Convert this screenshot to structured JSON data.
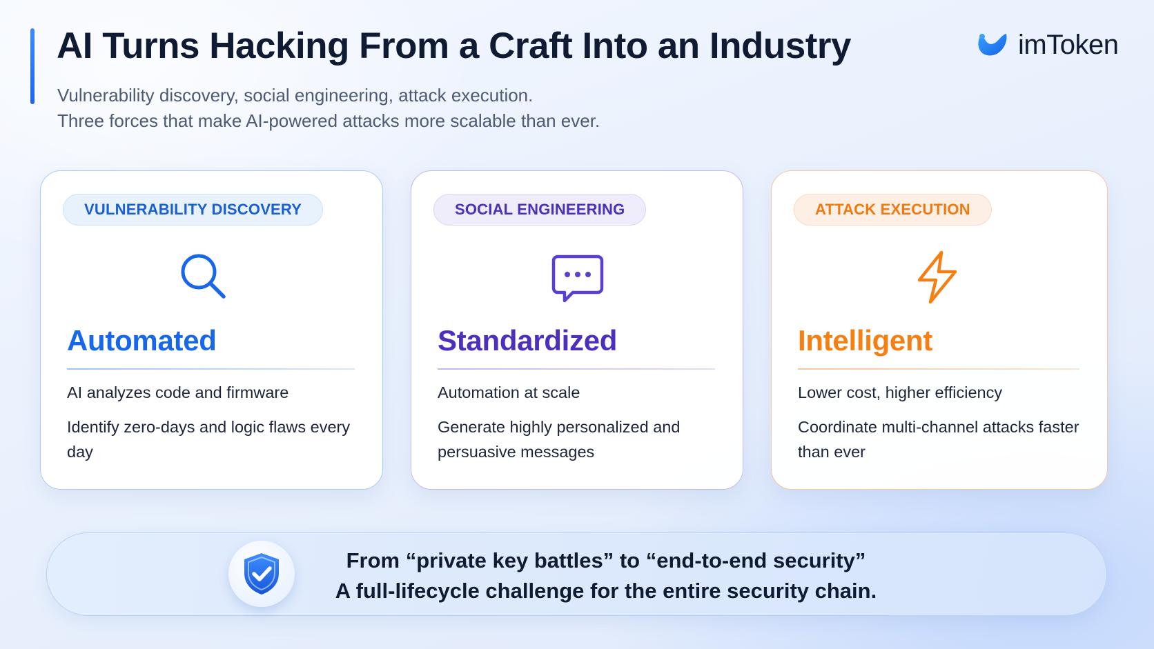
{
  "header": {
    "title": "AI Turns Hacking From a Craft Into an Industry",
    "subtitle_line1": "Vulnerability discovery, social engineering, attack execution.",
    "subtitle_line2": "Three forces that make AI-powered attacks more scalable than ever."
  },
  "brand": {
    "name": "imToken",
    "icon": "imtoken-logo-icon",
    "color": "#1d74f0"
  },
  "cards": [
    {
      "tag": "VULNERABILITY DISCOVERY",
      "icon": "search-icon",
      "title": "Automated",
      "line1": "AI analyzes code and firmware",
      "line2": "Identify zero-days and logic flaws every day",
      "color": "#1767e8"
    },
    {
      "tag": "SOCIAL ENGINEERING",
      "icon": "chat-bubble-icon",
      "title": "Standardized",
      "line1": "Automation at scale",
      "line2": "Generate highly personalized and persuasive messages",
      "color": "#4d2fc0"
    },
    {
      "tag": "ATTACK EXECUTION",
      "icon": "lightning-icon",
      "title": "Intelligent",
      "line1": "Lower cost, higher efficiency",
      "line2": "Coordinate multi-channel attacks faster than ever",
      "color": "#f57f12"
    }
  ],
  "banner": {
    "icon": "shield-check-icon",
    "line1": "From “private key battles” to “end-to-end security”",
    "line2": "A full-lifecycle challenge for the entire security chain."
  }
}
